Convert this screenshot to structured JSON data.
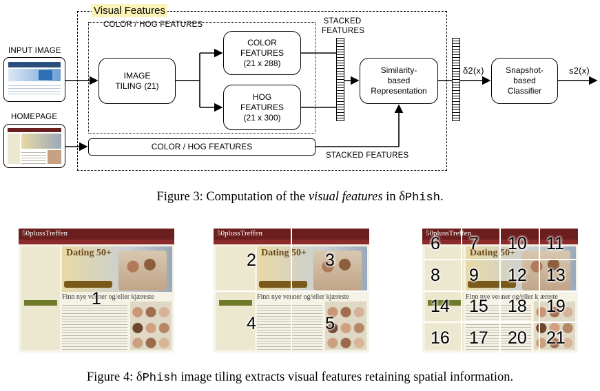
{
  "figure3": {
    "visual_features_title": "Visual Features",
    "color_hog_group_title": "COLOR / HOG FEATURES",
    "input_image_label": "INPUT IMAGE",
    "homepage_label": "HOMEPAGE",
    "image_tiling": "IMAGE TILING (21)",
    "color_features": "COLOR FEATURES (21 x 288)",
    "hog_features": "HOG FEATURES (21 x 300)",
    "stacked_features_top": "STACKED FEATURES",
    "similarity": "Similarity-based Representation",
    "delta_label": "δ2(x)",
    "classifier": "Snapshot-based Classifier",
    "output_label": "s2(x)",
    "color_hog_bar": "COLOR / HOG FEATURES",
    "stacked_features_bottom": "STACKED FEATURES",
    "caption_prefix": "Figure 3: Computation of the ",
    "caption_italic": "visual features",
    "caption_mid": " in δ",
    "caption_mono": "Phish",
    "caption_end": "."
  },
  "figure4": {
    "site_title": "50plussTreffen",
    "hero_text": "Dating 50+",
    "headline": "Finn nye venner og/eller kjæreste",
    "panel1_tiles": [
      "1"
    ],
    "panel2_tiles": [
      "2",
      "3",
      "4",
      "5"
    ],
    "panel3_tiles": [
      "6",
      "7",
      "10",
      "11",
      "8",
      "9",
      "12",
      "13",
      "14",
      "15",
      "18",
      "19",
      "16",
      "17",
      "20",
      "21"
    ],
    "caption_prefix": "Figure 4: δ",
    "caption_mono": "Phish",
    "caption_rest": " image tiling extracts visual features retaining spatial information."
  }
}
